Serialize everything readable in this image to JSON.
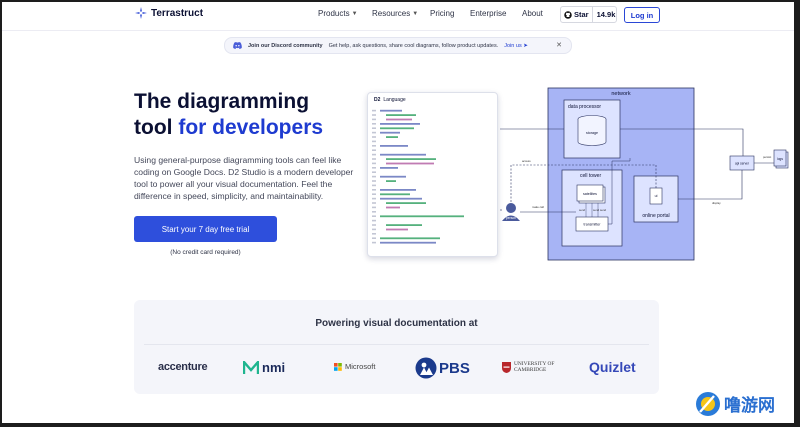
{
  "brand": {
    "name": "Terrastruct"
  },
  "nav": {
    "items": [
      {
        "label": "Products",
        "dropdown": true
      },
      {
        "label": "Resources",
        "dropdown": true
      },
      {
        "label": "Pricing",
        "dropdown": false
      },
      {
        "label": "Enterprise",
        "dropdown": false
      },
      {
        "label": "About",
        "dropdown": false
      }
    ],
    "github_label": "Star",
    "github_count": "14.9k",
    "login_label": "Log in"
  },
  "announcement": {
    "title": "Join our Discord community",
    "message": "Get help, ask questions, share cool diagrams, follow product updates.",
    "link": "Join us"
  },
  "hero": {
    "title_line1": "The diagramming",
    "title_line2_plain": "tool ",
    "title_line2_accent": "for developers",
    "subtitle": "Using general-purpose diagramming tools can feel like coding on Google Docs. D2 Studio is a modern developer tool to power all your visual documentation. Feel the difference in speed, simplicity, and maintainability.",
    "cta_label": "Start your 7 day free trial",
    "cta_note": "(No credit card required)"
  },
  "code_panel": {
    "badge": "D2",
    "title": "Language"
  },
  "diagram": {
    "network": "network",
    "data_processor": "data processor",
    "storage": "storage",
    "cell_tower": "cell tower",
    "satellites": "satellites",
    "transmitter": "transmitter",
    "ui": "ui",
    "online_portal": "online portal",
    "api_server": "api server",
    "logs": "logs",
    "person": "person",
    "access": "access",
    "make_call": "make call",
    "send": "send",
    "persist": "persist",
    "display": "display"
  },
  "powering": {
    "title": "Powering visual documentation at",
    "logos": [
      "accenture",
      "nmi",
      "Microsoft",
      "PBS",
      "UNIVERSITY OF CAMBRIDGE",
      "Quizlet"
    ]
  },
  "colors": {
    "accent": "#1e3bd0",
    "cta": "#2e4fdc",
    "network_fill": "#a7b4f5",
    "node_fill": "#dde3ff"
  }
}
